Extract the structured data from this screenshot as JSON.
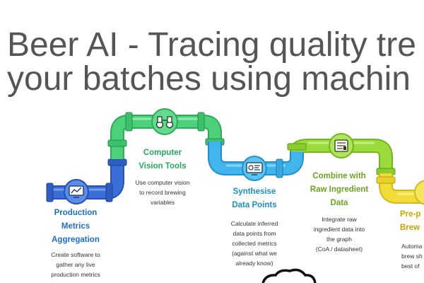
{
  "title": {
    "line1": "Beer AI - Tracing quality tre",
    "line2": "your batches using machin"
  },
  "steps": [
    {
      "title": "Production\nMetrics\nAggregation",
      "desc": "Create software to\ngather any live\nproduction metrics",
      "color": "#1e6fc7",
      "icon": "chart-monitor-icon"
    },
    {
      "title": "Computer\nVision Tools",
      "desc": "Use computer vision\nto record brewing\nvariables",
      "color": "#27a862",
      "icon": "binoculars-icon"
    },
    {
      "title": "Synthesise\nData Points",
      "desc": "Calculate inferred\ndata points from\ncollected metrics\n(against what we\nalready know)",
      "color": "#1c8fc7",
      "icon": "dashboard-icon"
    },
    {
      "title": "Combine with\nRaw Ingredient\nData",
      "desc": "Integrate raw\ningredient data into\nthe graph\n(CoA / datasheet)",
      "color": "#6aa51f",
      "icon": "datasheet-icon"
    },
    {
      "title": "Pre-p\nBrew",
      "desc": "Automa\nbrew sh\nbest of",
      "color": "#c9a400",
      "icon": "cloud-icon"
    }
  ],
  "colors": {
    "pipe_blue": "#3b6fd8",
    "pipe_green": "#4cd07a",
    "pipe_cyan": "#42b6ec",
    "pipe_lime": "#9bdb3c",
    "pipe_yellow": "#f2dc3a",
    "title_text": "#555555"
  }
}
